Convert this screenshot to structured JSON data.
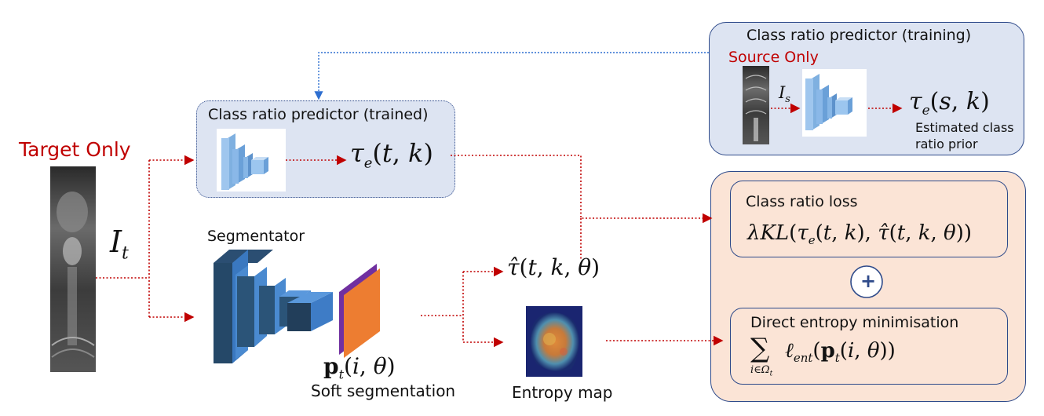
{
  "predictor_training": {
    "title": "Class ratio predictor (training)",
    "source_label": "Source Only",
    "input_symbol": "I_s",
    "output_formula": "τ_e(s, k)",
    "output_caption_line1": "Estimated class",
    "output_caption_line2": "ratio prior"
  },
  "predictor_trained": {
    "title": "Class ratio predictor (trained)",
    "output_formula": "τ_e(t, k)"
  },
  "target": {
    "label": "Target Only",
    "input_symbol": "I_t"
  },
  "segmentator": {
    "title": "Segmentator",
    "output_formula": "p_t(i, θ)",
    "output_caption": "Soft segmentation"
  },
  "estimate": {
    "formula": "τ̂(t, k, θ)"
  },
  "entropy": {
    "caption": "Entropy map"
  },
  "losses": {
    "class_ratio_title": "Class ratio loss",
    "class_ratio_formula": "λKL(τ_e(t, k), τ̂(t, k, θ))",
    "plus": "+",
    "entropy_title": "Direct entropy minimisation",
    "entropy_formula": "Σ ℓ_ent(p_t(i, θ))",
    "sum_subscript": "i∈Ω_t"
  },
  "colors": {
    "red_arrow": "#c00000",
    "blue_arrow": "#2e6fd0",
    "box_blue": "#dde4f2",
    "box_orange": "#fbe4d6",
    "border": "#2e4a8a"
  }
}
